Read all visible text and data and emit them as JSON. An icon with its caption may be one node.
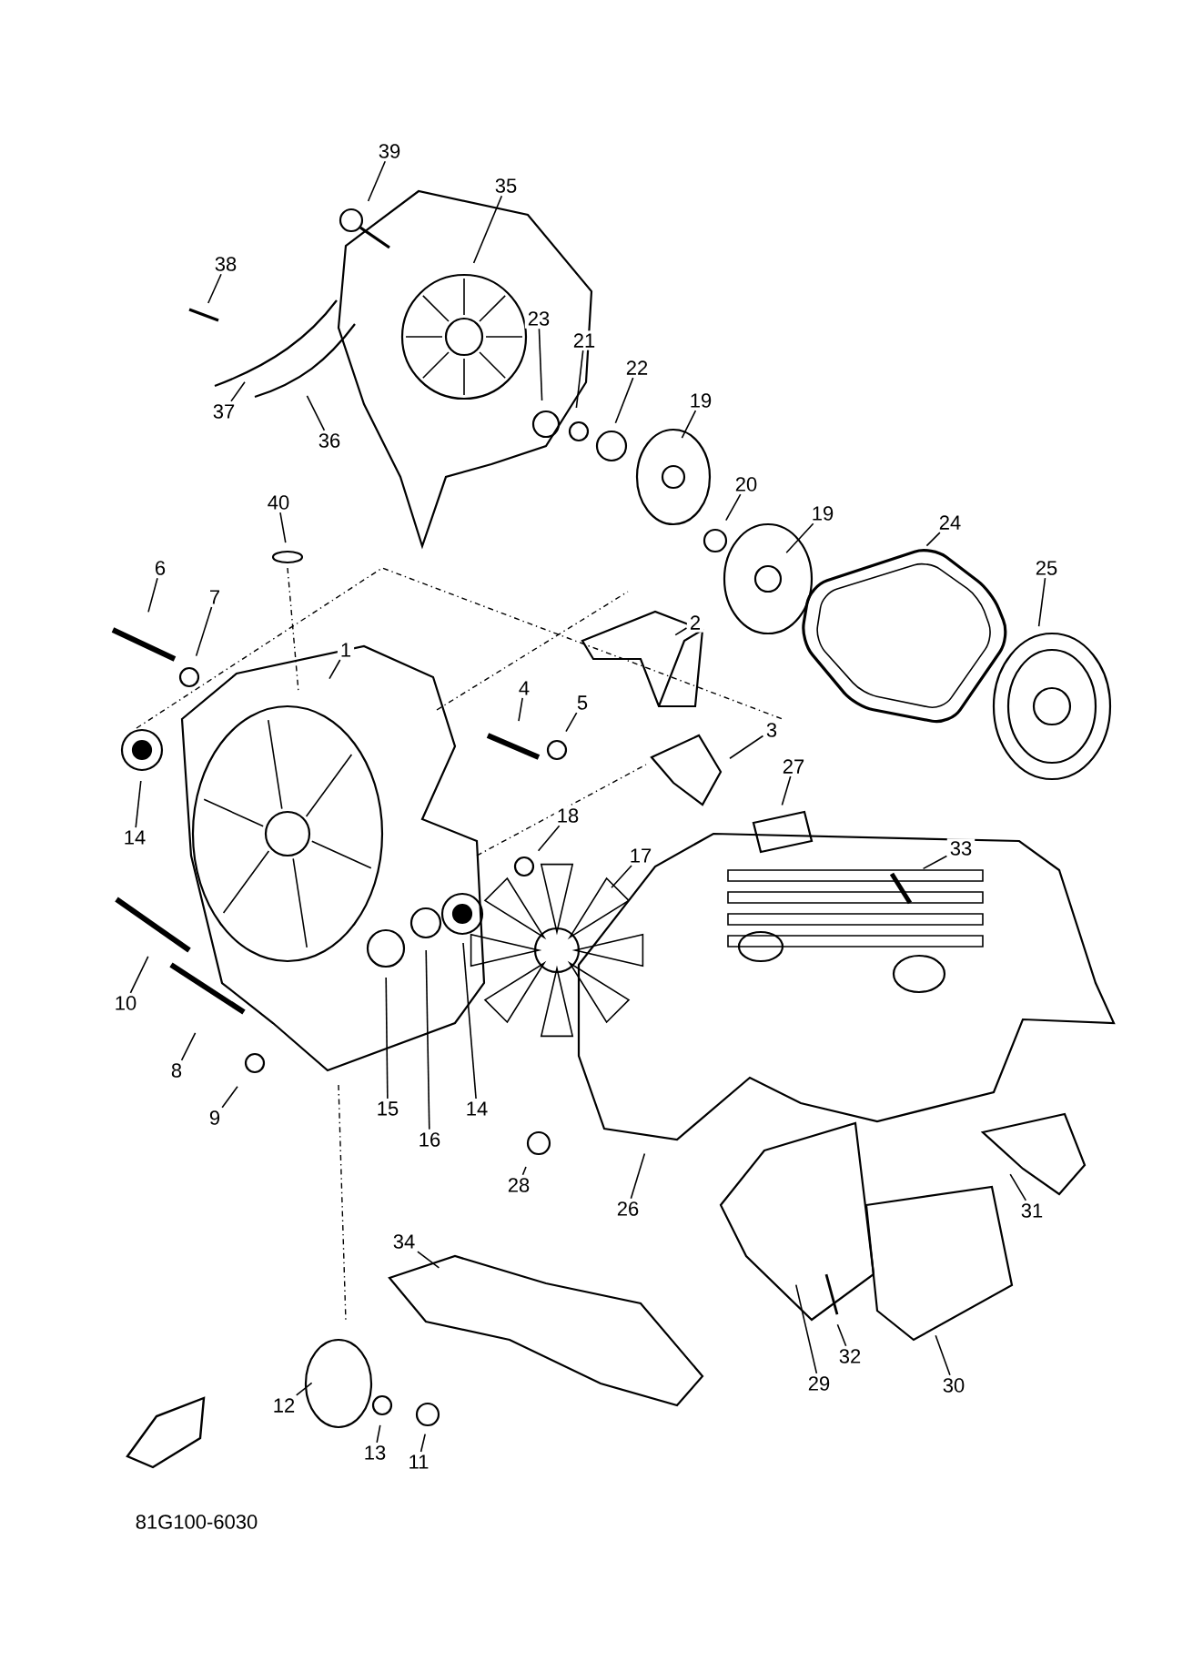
{
  "diagram": {
    "nodes": [
      {
        "text": [
          "39"
        ]
      },
      {
        "text": [
          "35"
        ]
      },
      {
        "text": [
          "38"
        ]
      },
      {
        "text": [
          "23"
        ]
      },
      {
        "text": [
          "21"
        ]
      },
      {
        "text": [
          "22"
        ]
      },
      {
        "text": [
          "37"
        ]
      },
      {
        "text": [
          "36"
        ]
      },
      {
        "text": [
          "19"
        ]
      },
      {
        "text": [
          "20"
        ]
      },
      {
        "text": [
          "40"
        ]
      },
      {
        "text": [
          "24"
        ]
      },
      {
        "text": [
          "19"
        ]
      },
      {
        "text": [
          "6"
        ]
      },
      {
        "text": [
          "25"
        ]
      },
      {
        "text": [
          "7"
        ]
      },
      {
        "text": [
          "2"
        ]
      },
      {
        "text": [
          "1"
        ]
      },
      {
        "text": [
          "4"
        ]
      },
      {
        "text": [
          "5"
        ]
      },
      {
        "text": [
          "3"
        ]
      },
      {
        "text": [
          "27"
        ]
      },
      {
        "text": [
          "18"
        ]
      },
      {
        "text": [
          "14"
        ]
      },
      {
        "text": [
          "33"
        ]
      },
      {
        "text": [
          "17"
        ]
      },
      {
        "text": [
          "10"
        ]
      },
      {
        "text": [
          "8"
        ]
      },
      {
        "text": [
          "15"
        ]
      },
      {
        "text": [
          "9"
        ]
      },
      {
        "text": [
          "14"
        ]
      },
      {
        "text": [
          "16"
        ]
      },
      {
        "text": [
          "28"
        ]
      },
      {
        "text": [
          "26"
        ]
      },
      {
        "text": [
          "31"
        ]
      },
      {
        "text": [
          "34"
        ]
      },
      {
        "text": [
          "32"
        ]
      },
      {
        "text": [
          "29"
        ]
      },
      {
        "text": [
          "30"
        ]
      },
      {
        "text": [
          "12"
        ]
      },
      {
        "text": [
          "13"
        ]
      },
      {
        "text": [
          "11"
        ]
      }
    ],
    "edges": [
      {
        "from": 0,
        "to": null,
        "arrow": "none"
      },
      {
        "from": 1,
        "to": null,
        "arrow": "none"
      },
      {
        "from": 2,
        "to": null,
        "arrow": "none"
      },
      {
        "from": 3,
        "to": null,
        "arrow": "none"
      },
      {
        "from": 4,
        "to": null,
        "arrow": "none"
      },
      {
        "from": 5,
        "to": null,
        "arrow": "none"
      },
      {
        "from": 6,
        "to": null,
        "arrow": "none"
      },
      {
        "from": 7,
        "to": null,
        "arrow": "none"
      },
      {
        "from": 8,
        "to": null,
        "arrow": "none"
      },
      {
        "from": 9,
        "to": null,
        "arrow": "none"
      },
      {
        "from": 10,
        "to": null,
        "arrow": "none"
      },
      {
        "from": 11,
        "to": null,
        "arrow": "none"
      },
      {
        "from": 12,
        "to": null,
        "arrow": "none"
      },
      {
        "from": 13,
        "to": null,
        "arrow": "none"
      },
      {
        "from": 14,
        "to": null,
        "arrow": "none"
      },
      {
        "from": 15,
        "to": null,
        "arrow": "none"
      },
      {
        "from": 16,
        "to": null,
        "arrow": "none"
      },
      {
        "from": 17,
        "to": null,
        "arrow": "none"
      },
      {
        "from": 18,
        "to": null,
        "arrow": "none"
      },
      {
        "from": 19,
        "to": null,
        "arrow": "none"
      },
      {
        "from": 20,
        "to": null,
        "arrow": "none"
      },
      {
        "from": 21,
        "to": null,
        "arrow": "none"
      },
      {
        "from": 22,
        "to": null,
        "arrow": "none"
      },
      {
        "from": 23,
        "to": null,
        "arrow": "none"
      },
      {
        "from": 24,
        "to": null,
        "arrow": "none"
      },
      {
        "from": 25,
        "to": null,
        "arrow": "none"
      },
      {
        "from": 26,
        "to": null,
        "arrow": "none"
      },
      {
        "from": 27,
        "to": null,
        "arrow": "none"
      },
      {
        "from": 28,
        "to": null,
        "arrow": "none"
      },
      {
        "from": 29,
        "to": null,
        "arrow": "none"
      },
      {
        "from": 30,
        "to": null,
        "arrow": "none"
      },
      {
        "from": 31,
        "to": null,
        "arrow": "none"
      },
      {
        "from": 32,
        "to": null,
        "arrow": "none"
      },
      {
        "from": 33,
        "to": null,
        "arrow": "none"
      },
      {
        "from": 34,
        "to": null,
        "arrow": "none"
      },
      {
        "from": 35,
        "to": null,
        "arrow": "none"
      },
      {
        "from": 36,
        "to": null,
        "arrow": "none"
      },
      {
        "from": 37,
        "to": null,
        "arrow": "none"
      },
      {
        "from": 38,
        "to": null,
        "arrow": "none"
      },
      {
        "from": 39,
        "to": null,
        "arrow": "none"
      },
      {
        "from": 40,
        "to": null,
        "arrow": "none"
      },
      {
        "from": 41,
        "to": null,
        "arrow": "none"
      }
    ],
    "labels": [
      "81G100-6030"
    ]
  }
}
